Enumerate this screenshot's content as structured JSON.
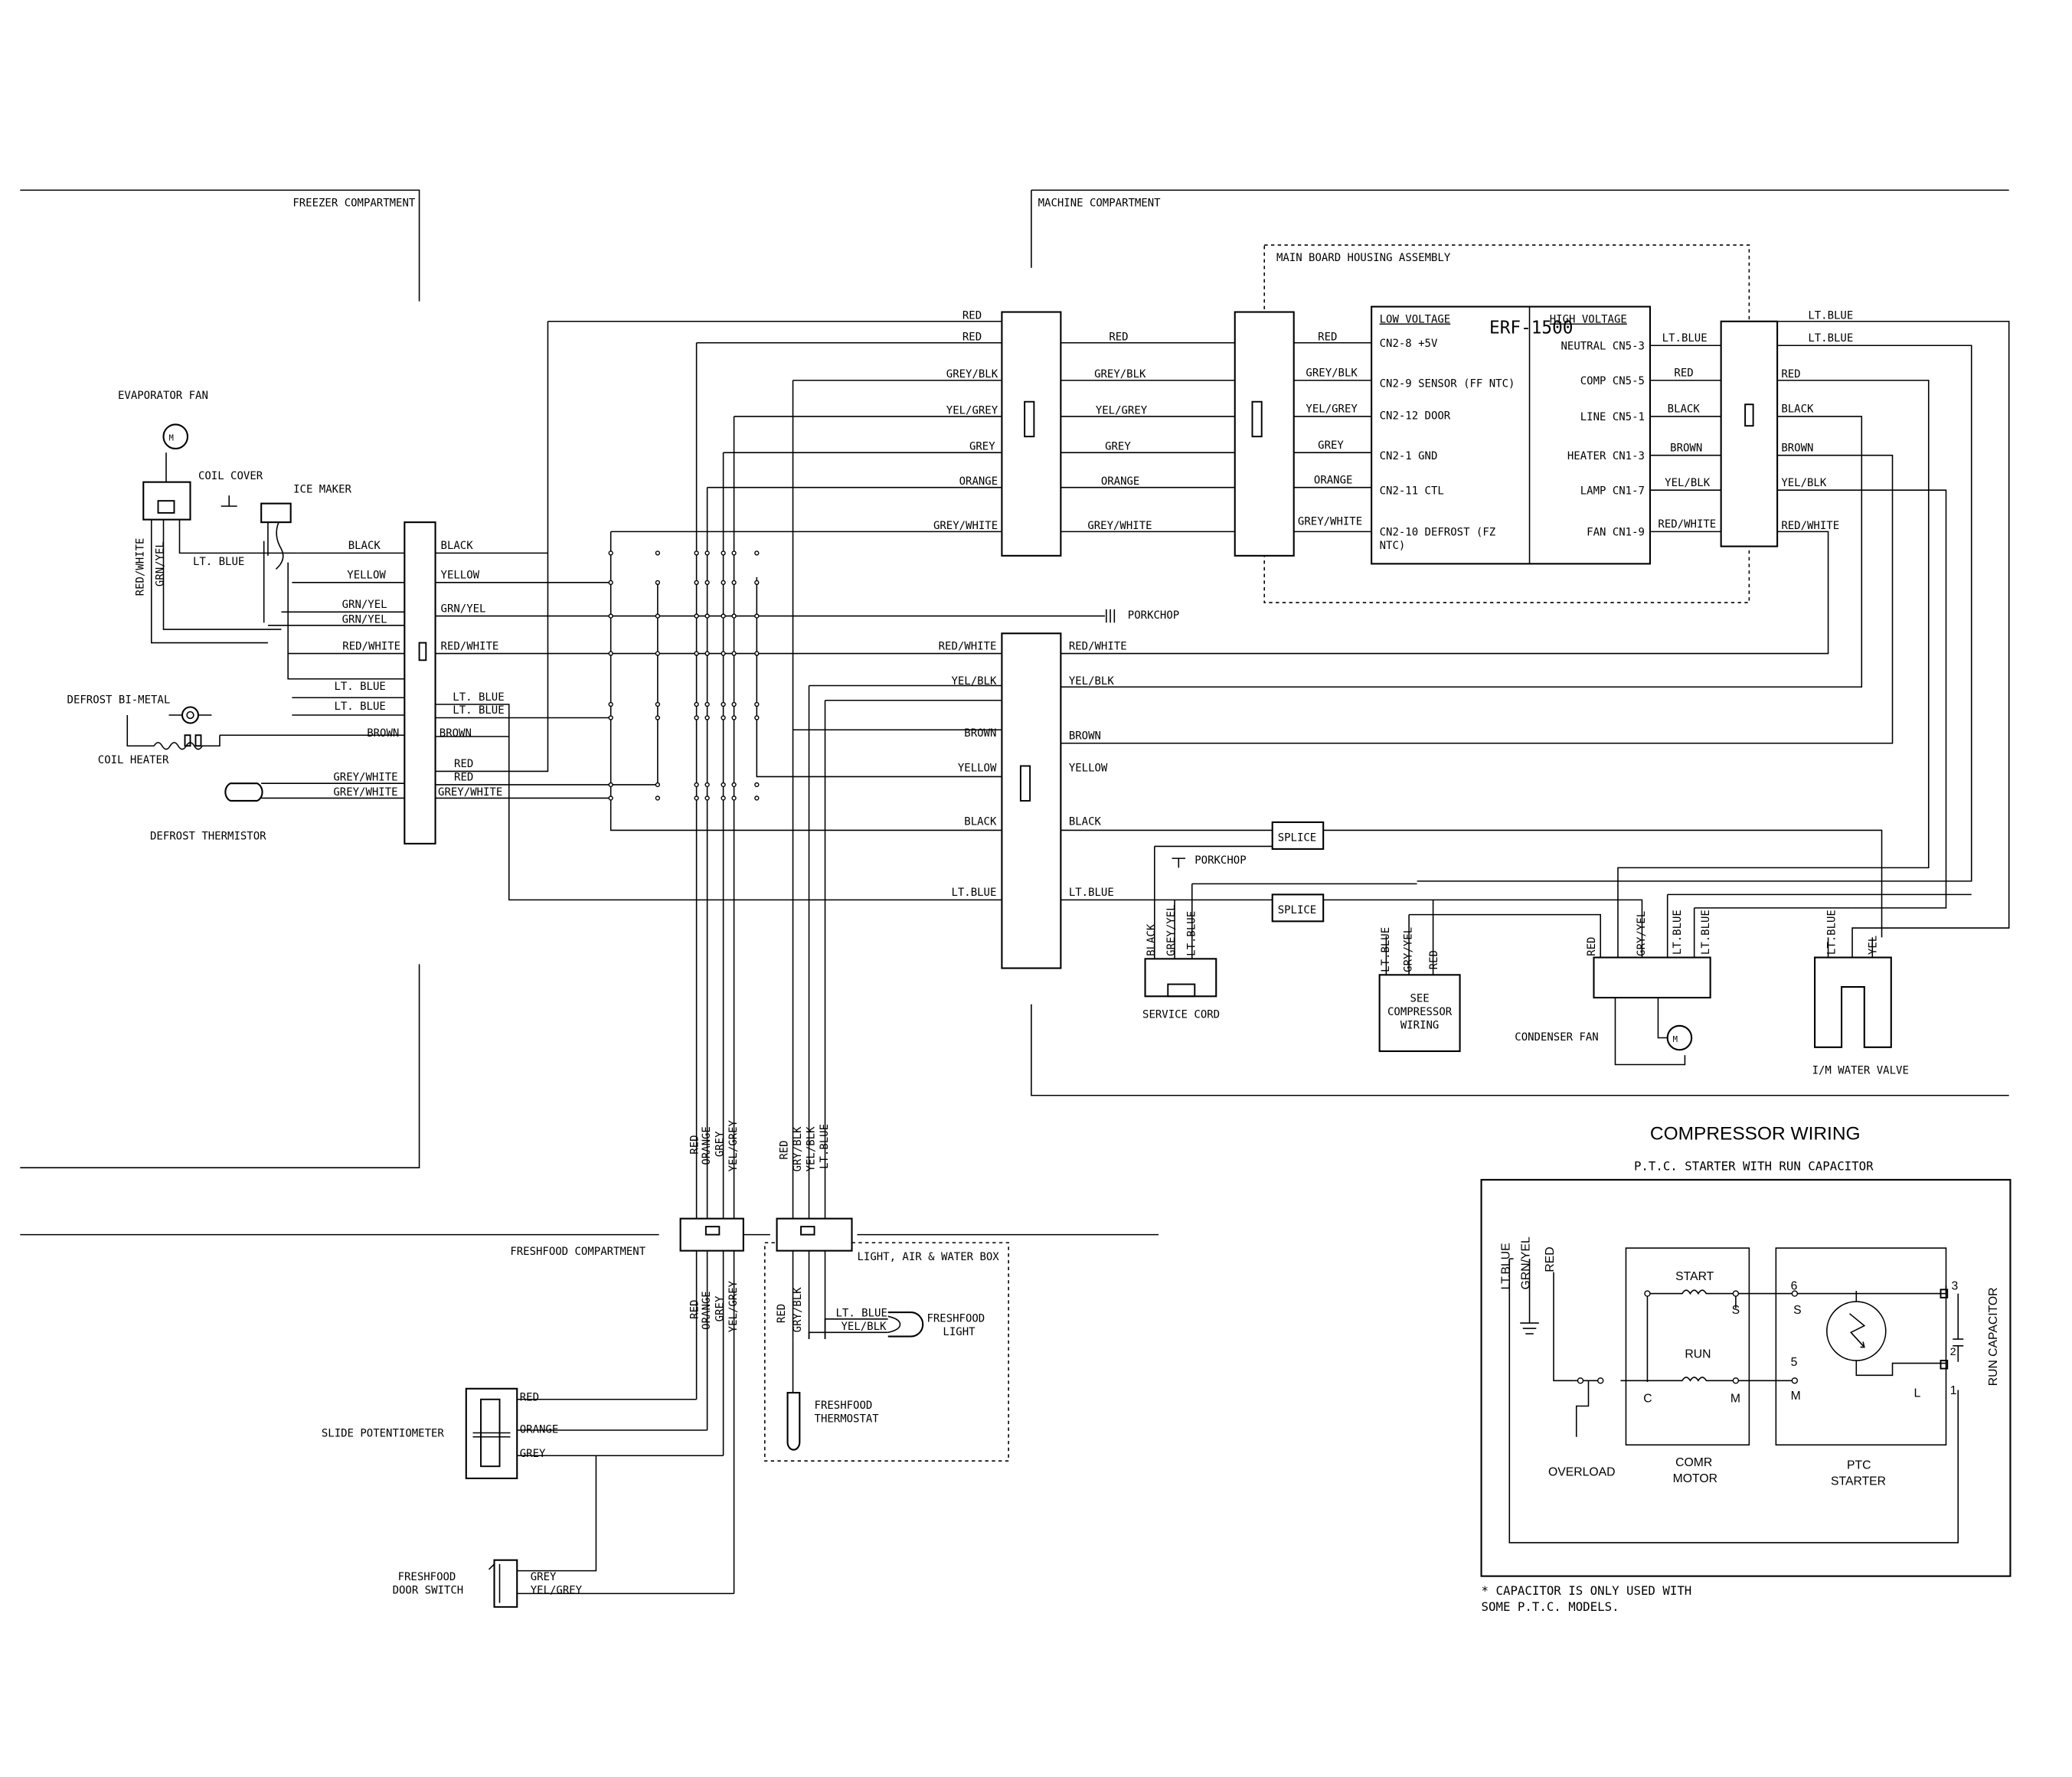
{
  "sections": {
    "freezer": "FREEZER COMPARTMENT",
    "machine": "MACHINE COMPARTMENT",
    "freshfood": "FRESHFOOD COMPARTMENT",
    "mainboard": "MAIN BOARD HOUSING ASSEMBLY",
    "lightbox": "LIGHT, AIR & WATER BOX"
  },
  "board": {
    "model": "ERF-1500",
    "low_voltage": "LOW VOLTAGE",
    "high_voltage": "HIGH VOLTAGE",
    "low_pins": [
      "CN2-8 +5V",
      "CN2-9 SENSOR (FF NTC)",
      "CN2-12 DOOR",
      "CN2-1 GND",
      "CN2-11 CTL",
      "CN2-10 DEFROST (FZ",
      "NTC)"
    ],
    "high_pins": [
      "NEUTRAL CN5-3",
      "COMP CN5-5",
      "LINE CN5-1",
      "HEATER CN1-3",
      "LAMP CN1-7",
      "FAN CN1-9"
    ]
  },
  "components": {
    "evaporator_fan": "EVAPORATOR FAN",
    "coil_cover": "COIL COVER",
    "ice_maker": "ICE MAKER",
    "defrost_bimetal": "DEFROST BI-METAL",
    "coil_heater": "COIL HEATER",
    "defrost_thermistor": "DEFROST THERMISTOR",
    "porkchop": "PORKCHOP",
    "splice": "SPLICE",
    "service_cord": "SERVICE CORD",
    "see_comp_1": "SEE",
    "see_comp_2": "COMPRESSOR",
    "see_comp_3": "WIRING",
    "condenser_fan": "CONDENSER FAN",
    "water_valve": "I/M WATER VALVE",
    "freshfood_light_1": "FRESHFOOD",
    "freshfood_light_2": "LIGHT",
    "freshfood_thermostat_1": "FRESHFOOD",
    "freshfood_thermostat_2": "THERMOSTAT",
    "slide_pot": "SLIDE POTENTIOMETER",
    "door_switch_1": "FRESHFOOD",
    "door_switch_2": "DOOR SWITCH",
    "fan_motor": "M"
  },
  "wires": {
    "red": "RED",
    "grey_blk": "GREY/BLK",
    "yel_grey": "YEL/GREY",
    "grey": "GREY",
    "orange": "ORANGE",
    "grey_white": "GREY/WHITE",
    "black": "BLACK",
    "yellow": "YELLOW",
    "grn_yel": "GRN/YEL",
    "red_white": "RED/WHITE",
    "lt_blue": "LT. BLUE",
    "lt_blue_short": "LT.BLUE",
    "brown": "BROWN",
    "yel_blk": "YEL/BLK",
    "grey_yel": "GREY/YEL",
    "gry_yel": "GRY/YEL",
    "gry_blk": "GRY/BLK",
    "yel": "YEL"
  },
  "compressor": {
    "title": "COMPRESSOR WIRING",
    "subtitle": "P.T.C. STARTER WITH RUN CAPACITOR",
    "start": "START",
    "run": "RUN",
    "s": "S",
    "c": "C",
    "m": "M",
    "l": "L",
    "n6": "6",
    "n5": "5",
    "n3": "3",
    "n2": "2",
    "n1": "1",
    "overload": "OVERLOAD",
    "comr": "COMR",
    "motor": "MOTOR",
    "ptc": "PTC",
    "starter": "STARTER",
    "run_capacitor": "RUN CAPACITOR",
    "lt_blue": "LT.BLUE",
    "grn_yel": "GRN/YEL",
    "red": "RED",
    "note_1": "* CAPACITOR IS ONLY USED WITH",
    "note_2": "SOME P.T.C. MODELS."
  }
}
